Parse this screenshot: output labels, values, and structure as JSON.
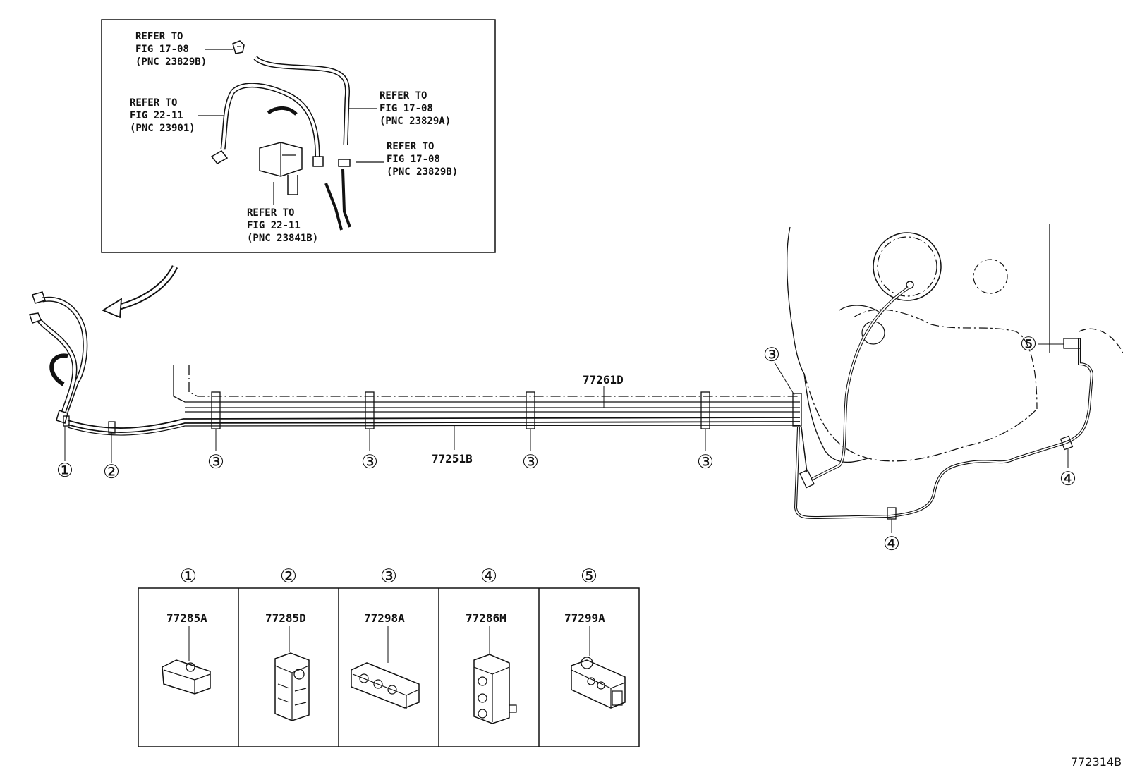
{
  "diagram_id": "772314B",
  "inset": {
    "ref1": [
      "REFER TO",
      "FIG 17-08",
      "(PNC 23829B)"
    ],
    "ref2": [
      "REFER TO",
      "FIG 22-11",
      "(PNC 23901)"
    ],
    "ref3": [
      "REFER TO",
      "FIG 17-08",
      "(PNC 23829A)"
    ],
    "ref4": [
      "REFER TO",
      "FIG 17-08",
      "(PNC 23829B)"
    ],
    "ref5": [
      "REFER TO",
      "FIG 22-11",
      "(PNC 23841B)"
    ]
  },
  "main": {
    "upper_pipe_label": "77261D",
    "lower_pipe_label": "77251B"
  },
  "callouts": {
    "c1": "①",
    "c2": "②",
    "c3": "③",
    "c4": "④",
    "c5": "⑤"
  },
  "parts_table": [
    {
      "num": "①",
      "part": "77285A"
    },
    {
      "num": "②",
      "part": "77285D"
    },
    {
      "num": "③",
      "part": "77298A"
    },
    {
      "num": "④",
      "part": "77286M"
    },
    {
      "num": "⑤",
      "part": "77299A"
    }
  ]
}
